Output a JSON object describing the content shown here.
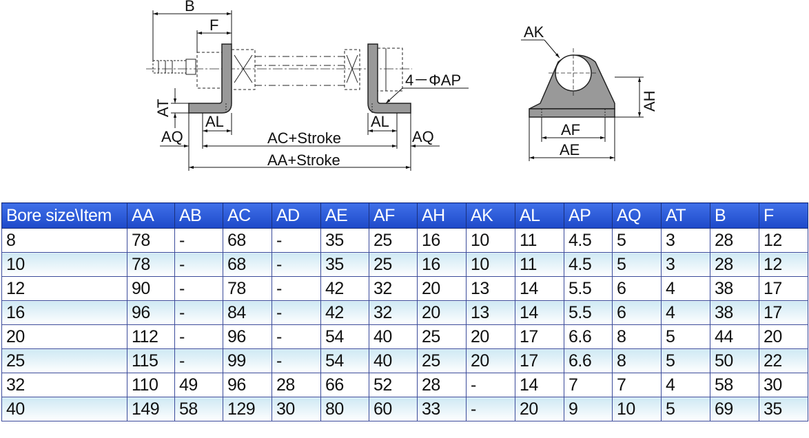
{
  "drawing": {
    "labels": {
      "B": "B",
      "F": "F",
      "AT": "AT",
      "AL_left": "AL",
      "AL_right": "AL",
      "AQ_left": "AQ",
      "AQ_right": "AQ",
      "AC": "AC+Stroke",
      "AA": "AA+Stroke",
      "AP": "4－ΦAP",
      "AK": "AK",
      "AH": "AH",
      "AF": "AF",
      "AE": "AE"
    }
  },
  "table": {
    "headers": [
      "Bore size\\Item",
      "AA",
      "AB",
      "AC",
      "AD",
      "AE",
      "AF",
      "AH",
      "AK",
      "AL",
      "AP",
      "AQ",
      "AT",
      "B",
      "F"
    ],
    "rows": [
      [
        "8",
        "78",
        "-",
        "68",
        "-",
        "35",
        "25",
        "16",
        "10",
        "11",
        "4.5",
        "5",
        "3",
        "28",
        "12"
      ],
      [
        "10",
        "78",
        "-",
        "68",
        "-",
        "35",
        "25",
        "16",
        "10",
        "11",
        "4.5",
        "5",
        "3",
        "28",
        "12"
      ],
      [
        "12",
        "90",
        "-",
        "78",
        "-",
        "42",
        "32",
        "20",
        "13",
        "14",
        "5.5",
        "6",
        "4",
        "38",
        "17"
      ],
      [
        "16",
        "96",
        "-",
        "84",
        "-",
        "42",
        "32",
        "20",
        "13",
        "14",
        "5.5",
        "6",
        "4",
        "38",
        "17"
      ],
      [
        "20",
        "112",
        "-",
        "96",
        "-",
        "54",
        "40",
        "25",
        "20",
        "17",
        "6.6",
        "8",
        "5",
        "44",
        "20"
      ],
      [
        "25",
        "115",
        "-",
        "99",
        "-",
        "54",
        "40",
        "25",
        "20",
        "17",
        "6.6",
        "8",
        "5",
        "50",
        "22"
      ],
      [
        "32",
        "110",
        "49",
        "96",
        "28",
        "66",
        "52",
        "28",
        "-",
        "14",
        "7",
        "7",
        "4",
        "58",
        "30"
      ],
      [
        "40",
        "149",
        "58",
        "129",
        "30",
        "80",
        "60",
        "33",
        "-",
        "20",
        "9",
        "10",
        "5",
        "69",
        "35"
      ]
    ]
  }
}
